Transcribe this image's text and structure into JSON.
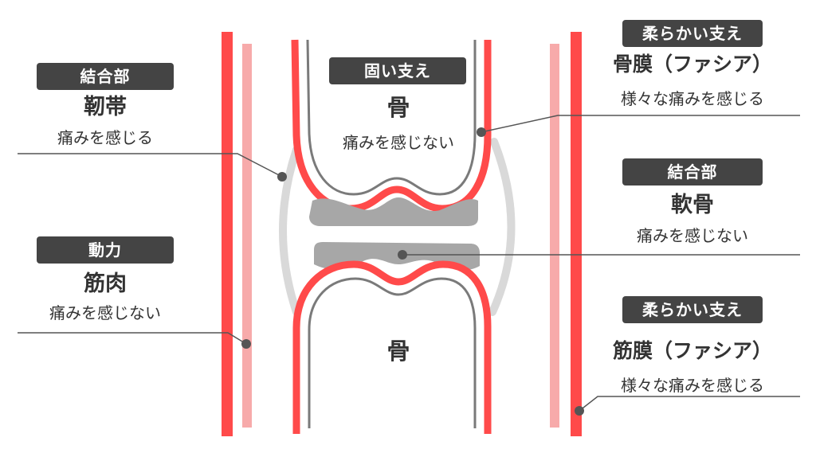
{
  "colors": {
    "accent_red": "#ff4a4a",
    "light_red": "#f7aaaa",
    "bone_outline": "#7a7a7a",
    "cartilage_gray": "#a7a7a7",
    "capsule_gray": "#d9d9d9",
    "tag_bg": "#444444",
    "tag_text": "#ffffff",
    "text": "#333333",
    "leader_line": "#555555"
  },
  "left": {
    "ligament": {
      "tag": "結合部",
      "title": "靭帯",
      "desc": "痛みを感じる"
    },
    "muscle": {
      "tag": "動力",
      "title": "筋肉",
      "desc": "痛みを感じない"
    }
  },
  "center": {
    "tag": "固い支え",
    "upper_bone": {
      "title": "骨",
      "desc": "痛みを感じない"
    },
    "lower_bone": {
      "title": "骨"
    }
  },
  "right": {
    "periosteum": {
      "tag": "柔らかい支え",
      "title": "骨膜（ファシア）",
      "desc": "様々な痛みを感じる"
    },
    "cartilage": {
      "tag": "結合部",
      "title": "軟骨",
      "desc": "痛みを感じない"
    },
    "fascia": {
      "tag": "柔らかい支え",
      "title": "筋膜（ファシア）",
      "desc": "様々な痛みを感じる"
    }
  }
}
